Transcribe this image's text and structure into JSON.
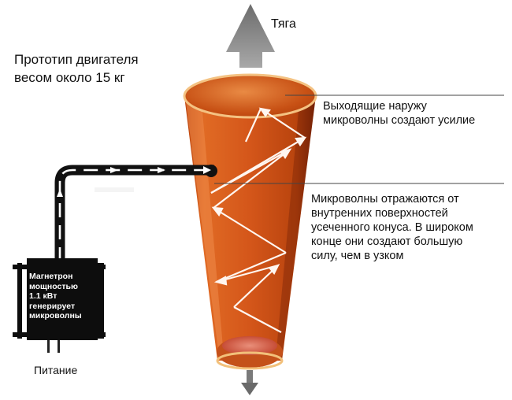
{
  "title": "Прототип двигателя\nвесом около 15 кг",
  "thrust_label": "Тяга",
  "callouts": {
    "outgoing": "Выходящие наружу\nмикроволны создают усилие",
    "reflection": "Микроволны отражаются от\nвнутренних поверхностей\nусеченного конуса. В широком\nконце они создают большую\nсилу, чем в узком"
  },
  "magnetron": {
    "label": "Магнетрон\nмощностью\n1.1 кВт\nгенерирует\nмикроволны"
  },
  "power_label": "Питание",
  "colors": {
    "cone_orange": "#d2561a",
    "cone_dark": "#8e2a08",
    "cone_light": "#f0a060",
    "rim": "#f2c07a",
    "arrow_gray": "#8a8a8a",
    "magnetron_black": "#0d0d0d"
  }
}
